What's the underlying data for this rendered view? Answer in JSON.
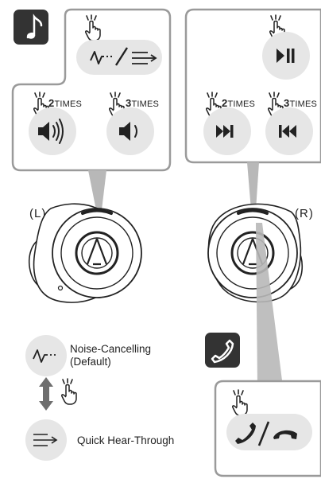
{
  "music": {
    "icon": "music-note-icon",
    "mode_toggle_icons": [
      "noise-cancelling-icon",
      "hear-through-icon"
    ],
    "left_actions": [
      {
        "count": "2",
        "times": "TIMES",
        "icon": "volume-up-icon"
      },
      {
        "count": "3",
        "times": "TIMES",
        "icon": "volume-down-icon"
      }
    ],
    "right_actions": [
      {
        "icon": "play-pause-icon"
      },
      {
        "count": "2",
        "times": "TIMES",
        "icon": "next-track-icon"
      },
      {
        "count": "3",
        "times": "TIMES",
        "icon": "previous-track-icon"
      }
    ]
  },
  "earbuds": {
    "left_label": "(L)",
    "right_label": "(R)"
  },
  "modes": {
    "noise_cancelling": "Noise-Cancelling\n(Default)",
    "hear_through": "Quick Hear-Through"
  },
  "call": {
    "icon": "phone-icon",
    "action_icons": [
      "answer-call-icon",
      "end-call-icon"
    ]
  },
  "colors": {
    "panel_border": "#9a9a9a",
    "button_fill": "#e6e6e6",
    "badge": "#333333",
    "callout": "#b8b8b8",
    "arrow": "#6e6e6e"
  }
}
